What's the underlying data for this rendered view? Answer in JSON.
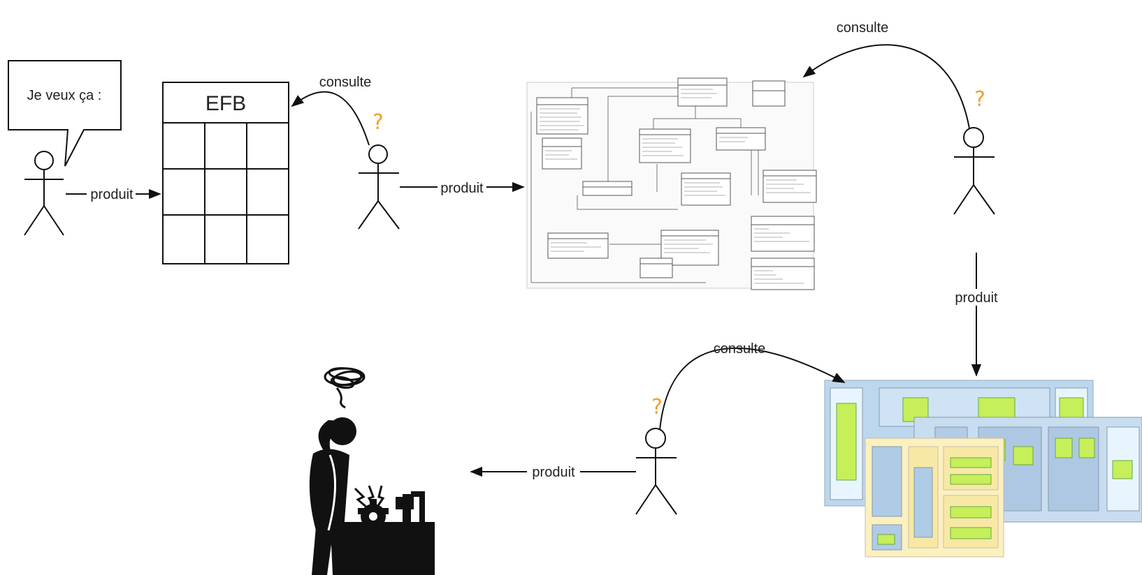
{
  "bubble": {
    "text": "Je veux ça :"
  },
  "efb": {
    "title": "EFB"
  },
  "labels": {
    "produit": "produit",
    "consulte": "consulte",
    "question": "?"
  },
  "colors": {
    "ink": "#111111",
    "question": "#f0a030",
    "arch_blue": "#bcd7ee",
    "arch_yellow": "#fbf1bf",
    "arch_green": "#c6ef5a"
  }
}
